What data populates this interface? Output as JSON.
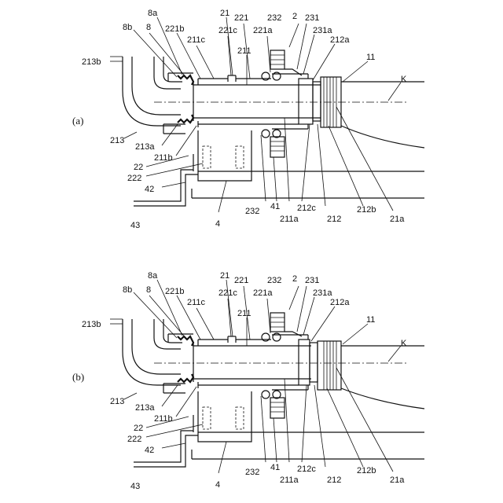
{
  "figure": {
    "panel_a": {
      "panel_label": "(a)",
      "labels": {
        "l8a": "8a",
        "l8b": "8b",
        "l8": "8",
        "l221b": "221b",
        "l211c": "211c",
        "l21": "21",
        "l221": "221",
        "l221c": "221c",
        "l211": "211",
        "l232_top": "232",
        "l221a": "221a",
        "l2": "2",
        "l231": "231",
        "l231a": "231a",
        "l212a": "212a",
        "l11": "11",
        "lK": "K",
        "l213b": "213b",
        "l213": "213",
        "l213a": "213a",
        "l211b": "211b",
        "l22": "22",
        "l222": "222",
        "l42": "42",
        "l43": "43",
        "l4": "4",
        "l232_bot": "232",
        "l41": "41",
        "l211a": "211a",
        "l212c": "212c",
        "l212": "212",
        "l212b": "212b",
        "l21a": "21a"
      }
    },
    "panel_b": {
      "panel_label": "(b)",
      "labels": {
        "l8a": "8a",
        "l8b": "8b",
        "l8": "8",
        "l221b": "221b",
        "l211c": "211c",
        "l21": "21",
        "l221": "221",
        "l221c": "221c",
        "l211": "211",
        "l232_top": "232",
        "l221a": "221a",
        "l2": "2",
        "l231": "231",
        "l231a": "231a",
        "l212a": "212a",
        "l11": "11",
        "lK": "K",
        "l213b": "213b",
        "l213": "213",
        "l213a": "213a",
        "l211b": "211b",
        "l22": "22",
        "l222": "222",
        "l42": "42",
        "l43": "43",
        "l4": "4",
        "l232_bot": "232",
        "l41": "41",
        "l211a": "211a",
        "l212c": "212c",
        "l212": "212",
        "l212b": "212b",
        "l21a": "21a"
      }
    }
  }
}
